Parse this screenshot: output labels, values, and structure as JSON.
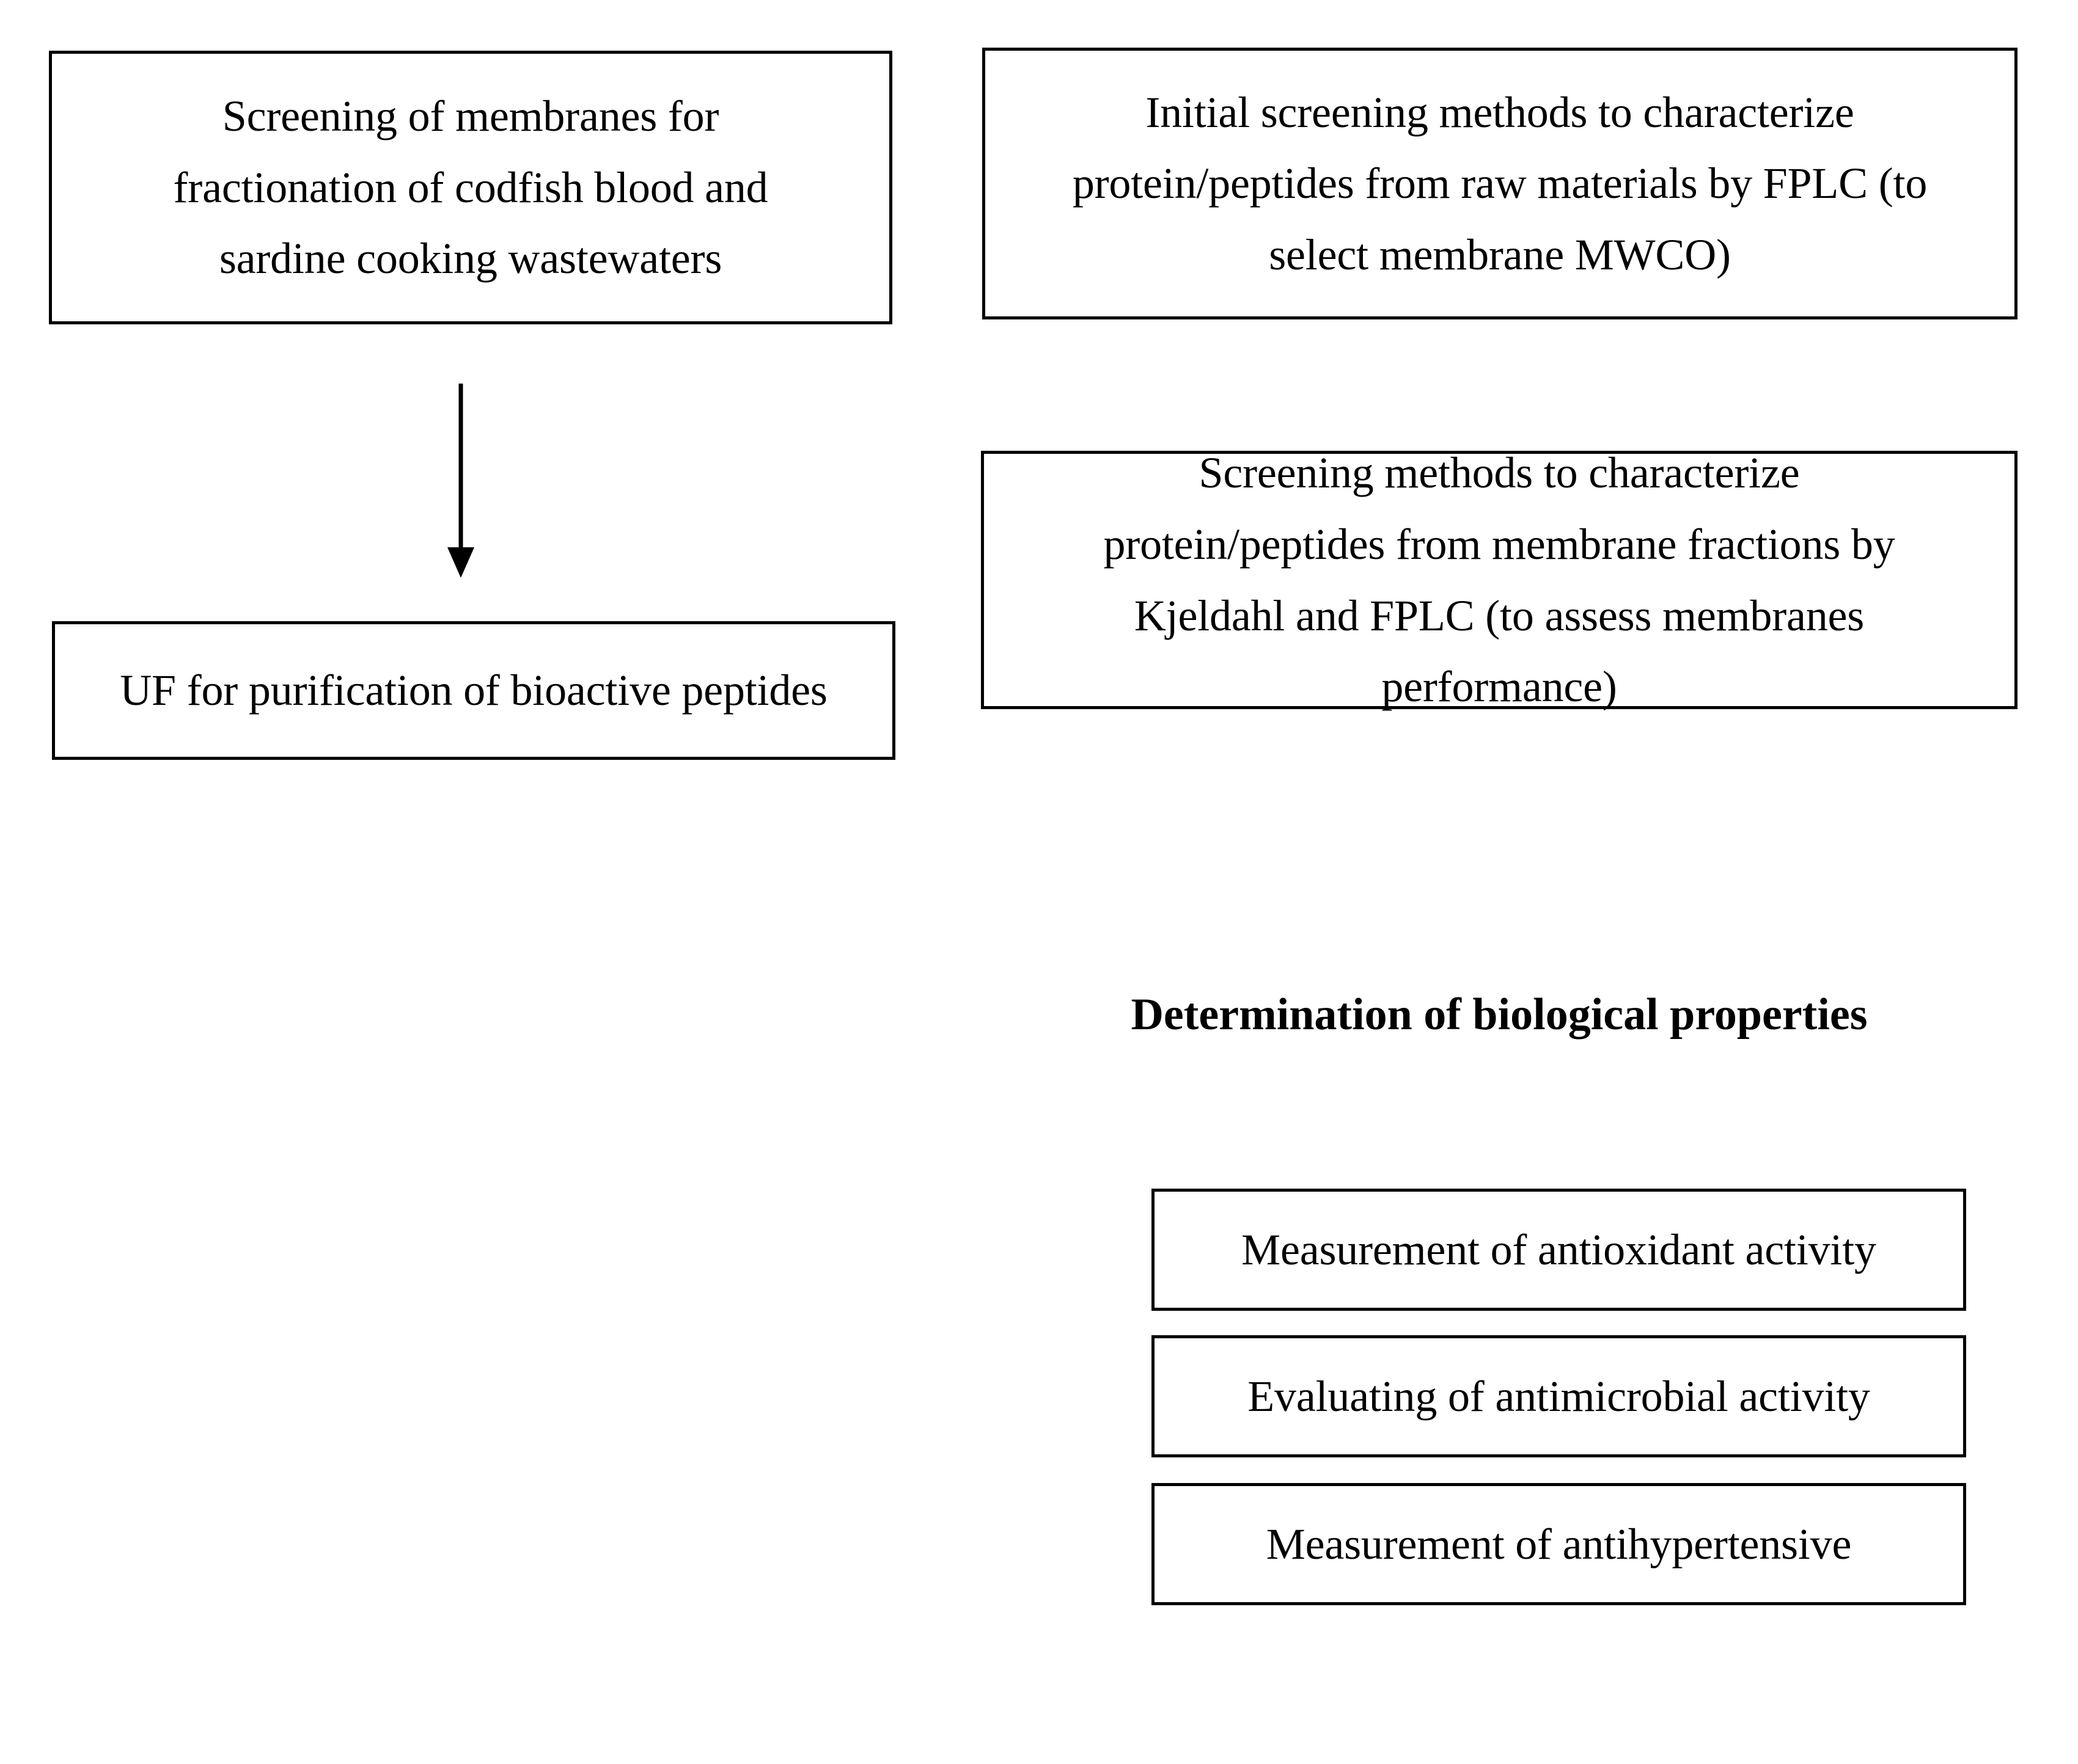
{
  "diagram": {
    "type": "flowchart",
    "background_color": "#ffffff",
    "text_color": "#000000",
    "border_color": "#000000",
    "nodes": [
      {
        "id": "screening-membranes",
        "lines": [
          "Screening of membranes for",
          "fractionation of codfish blood and",
          "sardine cooking wastewaters"
        ]
      },
      {
        "id": "initial-screening-methods",
        "lines": [
          "Initial screening methods to characterize",
          "protein/peptides from raw materials by FPLC (to",
          "select membrane MWCO)"
        ]
      },
      {
        "id": "uf-purification",
        "lines": [
          "UF for purification of bioactive peptides"
        ]
      },
      {
        "id": "screening-methods-fractions",
        "lines": [
          "Screening methods to characterize",
          "protein/peptides from membrane fractions by",
          "Kjeldahl and FPLC (to assess membranes",
          "performance)"
        ]
      }
    ],
    "section_heading": "Determination of biological properties",
    "result_nodes": [
      {
        "id": "antioxidant",
        "label": "Measurement of antioxidant activity"
      },
      {
        "id": "antimicrobial",
        "label": "Evaluating of antimicrobial activity"
      },
      {
        "id": "antihypertensive",
        "label": "Measurement of antihypertensive"
      }
    ],
    "connectors": [
      {
        "id": "screening-to-uf",
        "from": "screening-membranes",
        "to": "uf-purification",
        "direction": "down",
        "style": "solid-arrow"
      }
    ]
  }
}
